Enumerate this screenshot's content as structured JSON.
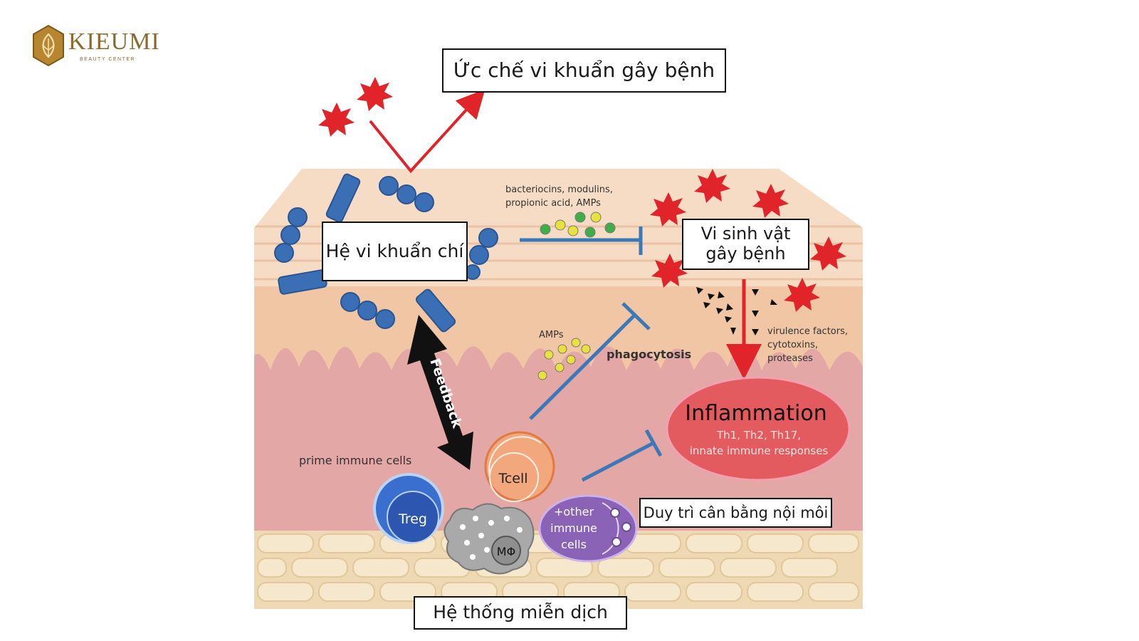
{
  "logo": {
    "name": "KIEUMI",
    "tagline": "BEAUTY CENTER",
    "color": "#8a6a2c"
  },
  "callouts": {
    "inhibit": "Ức chế vi khuẩn gây bệnh",
    "microbiota": "Hệ vi khuẩn chí",
    "pathogen_line1": "Vi sinh vật",
    "pathogen_line2": "gây bệnh",
    "immune_system": "Hệ thống miễn dịch",
    "homeostasis": "Duy trì cân bằng nội môi"
  },
  "figure": {
    "secreted_line1": "bacteriocins, modulins,",
    "secreted_line2": "propionic acid, AMPs",
    "amps": "AMPs",
    "phagocytosis": "phagocytosis",
    "virulence_line1": "virulence factors,",
    "virulence_line2": "cytotoxins,",
    "virulence_line3": "proteases",
    "feedback": "Feedback",
    "prime": "prime immune cells",
    "inflammation": "Inflammation",
    "inflammation_sub1": "Th1, Th2, Th17,",
    "inflammation_sub2": "innate immune responses",
    "tcell": "Tcell",
    "treg": "Treg",
    "macrophage": "MΦ",
    "other_line1": "+other",
    "other_line2": "immune",
    "other_line3": "cells"
  },
  "colors": {
    "commensal": "#3a6fb5",
    "pathogen": "#e0242a",
    "stratum_corneum": "#f6dcc4",
    "epidermis": "#f0c6a4",
    "dermis": "#e3a7a6",
    "fat": "#f1e1c2",
    "inflammation": "#e35a5f",
    "inhibit_line": "#3a78b8"
  }
}
